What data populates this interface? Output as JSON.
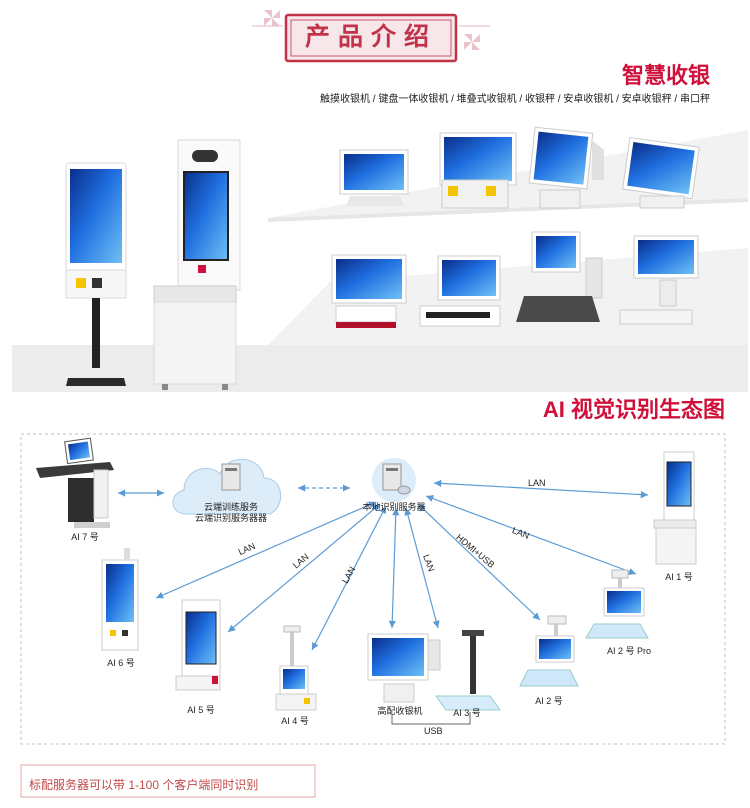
{
  "header": {
    "title": "产品介绍"
  },
  "retail_section": {
    "heading": "智慧收银",
    "subheading": "触摸收银机 / 键盘一体收银机 / 堆叠式收银机 / 收银秤 / 安卓收银机 / 安卓收银秤 / 串口秤"
  },
  "ai_section": {
    "heading": "AI 视觉识别生态图",
    "cloud_server_line1": "云端训练服务",
    "cloud_server_line2": "云端识别服务器器",
    "local_server": "本地识别服务器",
    "devices": {
      "ai7": "AI 7 号",
      "ai6": "AI 6 号",
      "ai5": "AI 5 号",
      "ai4": "AI 4 号",
      "pos": "高配收银机",
      "ai3": "AI 3 号",
      "ai2": "AI 2 号",
      "ai2pro": "AI 2 号 Pro",
      "ai1": "AI 1 号"
    },
    "links": {
      "lan_top": "LAN",
      "lan_right": "LAN",
      "lan_left1": "LAN",
      "lan_left2": "LAN",
      "lan_left3": "LAN",
      "lan_mid": "LAN",
      "hdmi_usb": "HDMI+USB",
      "usb_bottom": "USB"
    },
    "colors": {
      "link_arrow": "#5b9bd5",
      "accent_red": "#d0103a"
    }
  },
  "footer": {
    "note": "标配服务器可以带 1-100 个客户端同时识别"
  }
}
